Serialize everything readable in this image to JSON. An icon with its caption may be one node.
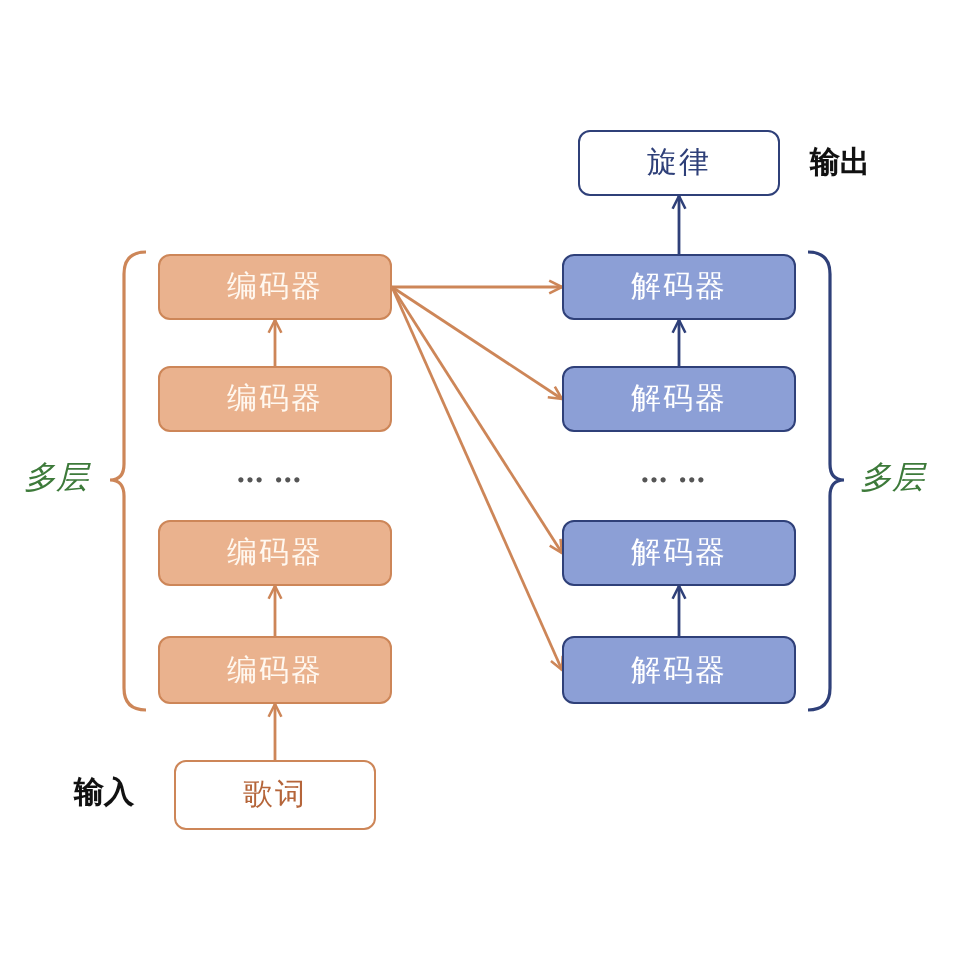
{
  "diagram": {
    "nodes": [
      {
        "text": [
          "旋律"
        ],
        "beside": [
          "输出"
        ]
      },
      {
        "text": [
          "编码器"
        ]
      },
      {
        "text": [
          "解码器"
        ]
      },
      {
        "text": [
          "编码器"
        ]
      },
      {
        "text": [
          "解码器"
        ]
      },
      {
        "text": [
          "编码器"
        ]
      },
      {
        "text": [
          "解码器"
        ]
      },
      {
        "text": [
          "编码器"
        ]
      },
      {
        "text": [
          "解码器"
        ]
      },
      {
        "text": [
          "歌词"
        ],
        "beside": [
          "输入"
        ]
      }
    ],
    "edges": [
      {
        "from": 9,
        "to": 7,
        "arrow": "to"
      },
      {
        "from": 7,
        "to": 5,
        "arrow": "to"
      },
      {
        "from": 3,
        "to": 1,
        "arrow": "to"
      },
      {
        "from": 1,
        "to": 2,
        "arrow": "to"
      },
      {
        "from": 1,
        "to": 4,
        "arrow": "to"
      },
      {
        "from": 1,
        "to": 6,
        "arrow": "to"
      },
      {
        "from": 1,
        "to": 8,
        "arrow": "to"
      },
      {
        "from": 8,
        "to": 6,
        "arrow": "to",
        "color": "#2f4079"
      },
      {
        "from": 4,
        "to": 2,
        "arrow": "to",
        "color": "#2f4079"
      },
      {
        "from": 2,
        "to": 0,
        "arrow": "to",
        "color": "#2f4079"
      }
    ],
    "labels": [
      "多层",
      "… …",
      "… …",
      "多层"
    ]
  }
}
